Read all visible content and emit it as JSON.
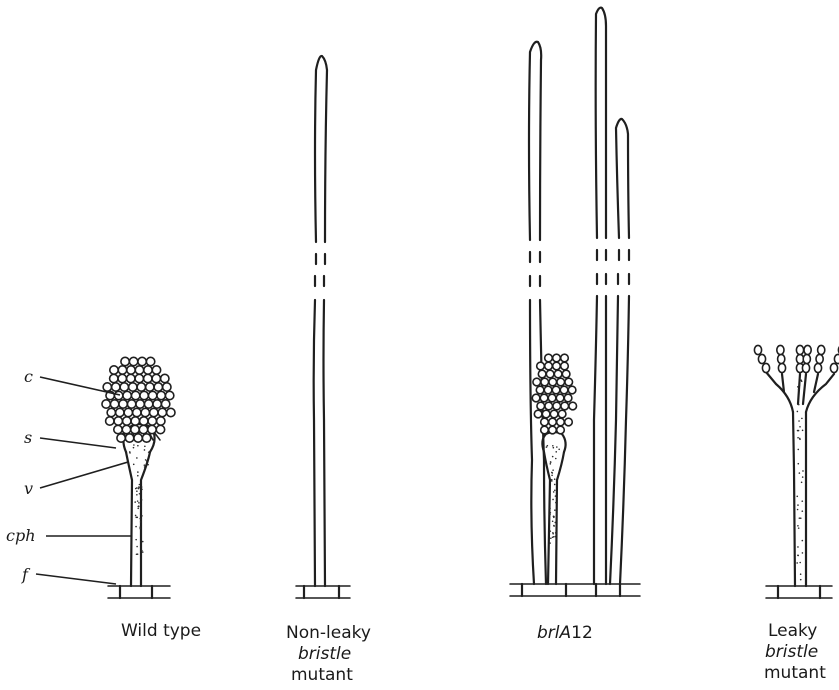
{
  "labels": {
    "c": "c",
    "s": "s",
    "v": "v",
    "cph": "cph",
    "f": "f"
  },
  "captions": {
    "wild_type": "Wild type",
    "non_leaky_1": "Non-leaky",
    "non_leaky_2": "bristle",
    "non_leaky_3": "mutant",
    "brla12_prefix": "brlA",
    "brla12_suffix": "12",
    "leaky_1": "Leaky",
    "leaky_2": "bristle",
    "leaky_3": "mutant"
  }
}
